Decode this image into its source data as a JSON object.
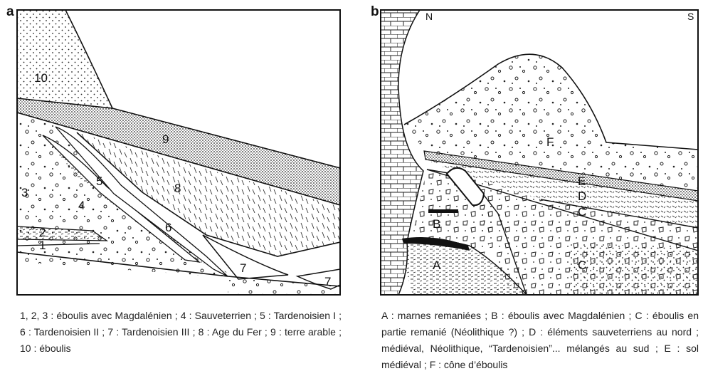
{
  "panel_a": {
    "letter": "a",
    "layers": [
      "1",
      "2",
      "3",
      "4",
      "5",
      "6",
      "7",
      "7",
      "8",
      "9",
      "10"
    ],
    "caption": "1, 2, 3 : éboulis avec Magdalénien ; 4 : Sauveterrien ; 5 : Tardenoisien I ; 6 : Tardenoisien II ; 7 : Tardenoisien III ; 8 : Age du Fer ; 9 : terre arable ; 10 : éboulis"
  },
  "panel_b": {
    "letter": "b",
    "north": "N",
    "south": "S",
    "layers": [
      "A",
      "B",
      "C",
      "C",
      "D",
      "E",
      "F"
    ],
    "caption": "A : marnes remaniées ; B : éboulis avec Magdalénien ; C : éboulis en partie remanié (Néolithique ?) ; D : éléments sauveterriens au nord ; médiéval, Néolithique, “Tardenoisien”... mélangés au sud ; E : sol médiéval ; F : cône d’éboulis"
  }
}
